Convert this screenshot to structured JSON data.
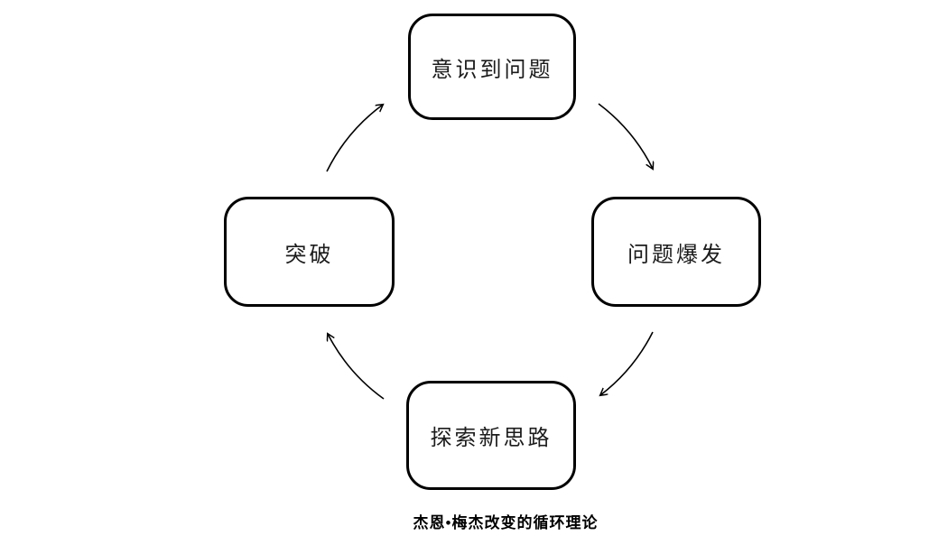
{
  "diagram": {
    "title": "杰恩•梅杰改变的循环理论",
    "type": "cycle",
    "direction": "clockwise",
    "nodes": [
      {
        "id": "top",
        "label": "意识到问题",
        "position": "top"
      },
      {
        "id": "right",
        "label": "问题爆发",
        "position": "right"
      },
      {
        "id": "bottom",
        "label": "探索新思路",
        "position": "bottom"
      },
      {
        "id": "left",
        "label": "突破",
        "position": "left"
      }
    ],
    "edges": [
      {
        "from": "突破",
        "to": "意识到问题"
      },
      {
        "from": "意识到问题",
        "to": "问题爆发"
      },
      {
        "from": "问题爆发",
        "to": "探索新思路"
      },
      {
        "from": "探索新思路",
        "to": "突破"
      }
    ],
    "colors": {
      "stroke": "#000000",
      "background": "#ffffff",
      "text": "#1c1c1c"
    }
  }
}
